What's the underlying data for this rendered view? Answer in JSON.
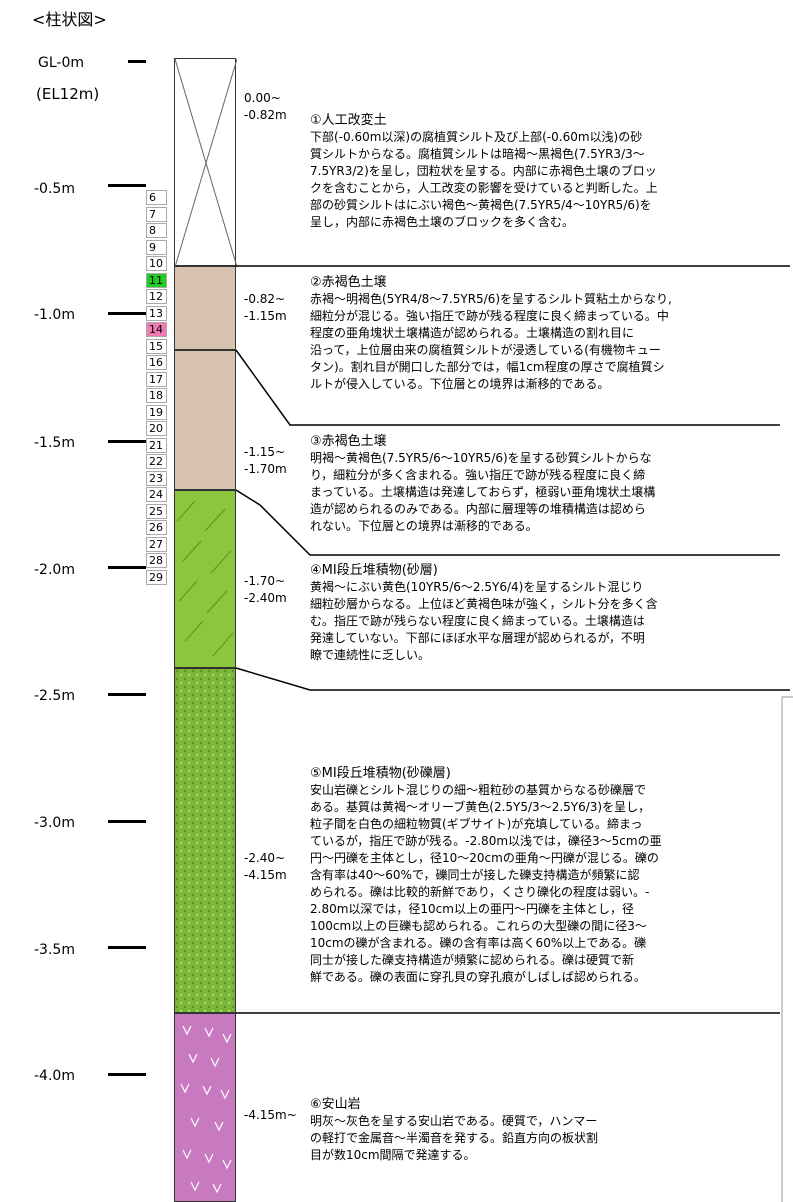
{
  "title": "<柱状図>",
  "depth_labels": [
    {
      "text": "GL-0m"
    },
    {
      "text": "(EL12m)"
    },
    {
      "text": "-0.5m"
    },
    {
      "text": "-1.0m"
    },
    {
      "text": "-1.5m"
    },
    {
      "text": "-2.0m"
    },
    {
      "text": "-2.5m"
    },
    {
      "text": "-3.0m"
    },
    {
      "text": "-3.5m"
    },
    {
      "text": "-4.0m"
    }
  ],
  "sample_numbers": [
    "6",
    "7",
    "8",
    "9",
    "10",
    "11",
    "12",
    "13",
    "14",
    "15",
    "16",
    "17",
    "18",
    "19",
    "20",
    "21",
    "22",
    "23",
    "24",
    "25",
    "26",
    "27",
    "28",
    "29"
  ],
  "sample_highlights": {
    "11": "#22cc22",
    "14": "#f07ab4"
  },
  "colors": {
    "fill": "#ffffff",
    "soil_brown": "#d8c2b0",
    "sand_green": "#8cc63f",
    "gravel_green": "#7bb83a",
    "andesite": "#c87ac0"
  },
  "layers": [
    {
      "range": "0.00~\n-0.82m",
      "lines": [
        "①人工改変土",
        "下部(-0.60m以深)の腐植質シルト及び上部(-0.60m以浅)の砂",
        "質シルトからなる。腐植質シルトは暗褐～黒褐色(7.5YR3/3～",
        "7.5YR3/2)を呈し，団粒状を呈する。内部に赤褐色土壌のブロッ",
        "クを含むことから，人工改変の影響を受けていると判断した。上",
        "部の砂質シルトはにぶい褐色～黄褐色(7.5YR5/4～10YR5/6)を",
        "呈し，内部に赤褐色土壌のブロックを多く含む。"
      ]
    },
    {
      "range": "-0.82~\n-1.15m",
      "lines": [
        "②赤褐色土壌",
        "赤褐～明褐色(5YR4/8～7.5YR5/6)を呈するシルト質粘土からなり,",
        "細粒分が混じる。強い指圧で跡が残る程度に良く締まっている。中",
        "程度の亜角塊状土壌構造が認められる。土壌構造の割れ目に",
        "沿って，上位層由来の腐植質シルトが浸透している(有機物キュー",
        "タン)。割れ目が開口した部分では，幅1cm程度の厚さで腐植質シ",
        "ルトが侵入している。下位層との境界は漸移的である。"
      ]
    },
    {
      "range": "-1.15~\n-1.70m",
      "lines": [
        "③赤褐色土壌",
        "明褐～黄褐色(7.5YR5/6～10YR5/6)を呈する砂質シルトからな",
        "り，細粒分が多く含まれる。強い指圧で跡が残る程度に良く締",
        "まっている。土壌構造は発達しておらず，極弱い亜角塊状土壌構",
        "造が認められるのみである。内部に層理等の堆積構造は認めら",
        "れない。下位層との境界は漸移的である。"
      ]
    },
    {
      "range": "-1.70~\n-2.40m",
      "lines": [
        "④MⅠ段丘堆積物(砂層)",
        "黄褐～にぶい黄色(10YR5/6～2.5Y6/4)を呈するシルト混じり",
        "細粒砂層からなる。上位ほど黄褐色味が強く，シルト分を多く含",
        "む。指圧で跡が残らない程度に良く締まっている。土壌構造は",
        "発達していない。下部にほぼ水平な層理が認められるが，不明",
        "瞭で連続性に乏しい。"
      ]
    },
    {
      "range": "-2.40~\n-4.15m",
      "lines": [
        "⑤MⅠ段丘堆積物(砂礫層)",
        "安山岩礫とシルト混じりの細～粗粒砂の基質からなる砂礫層で",
        "ある。基質は黄褐～オリーブ黄色(2.5Y5/3～2.5Y6/3)を呈し，",
        "粒子間を白色の細粒物質(ギブサイト)が充填している。締まっ",
        "ているが，指圧で跡が残る。-2.80m以浅では，礫径3～5cmの亜",
        "円～円礫を主体とし，径10～20cmの亜角～円礫が混じる。礫の",
        "含有率は40～60%で，礫同士が接した礫支持構造が頻繁に認",
        "められる。礫は比較的新鮮であり，くさり礫化の程度は弱い。-",
        "2.80m以深では，径10cm以上の亜円～円礫を主体とし，径",
        "100cm以上の巨礫も認められる。これらの大型礫の間に径3～",
        "10cmの礫が含まれる。礫の含有率は高く60%以上である。礫",
        "同士が接した礫支持構造が頻繁に認められる。礫は硬質で新",
        "鮮である。礫の表面に穿孔貝の穿孔痕がしばしば認められる。"
      ]
    },
    {
      "range": "-4.15m~",
      "lines": [
        "⑥安山岩",
        "明灰～灰色を呈する安山岩である。硬質で，ハンマー",
        "の軽打で金属音～半濁音を発する。鉛直方向の板状割",
        "目が数10cm間隔で発達する。"
      ]
    }
  ]
}
